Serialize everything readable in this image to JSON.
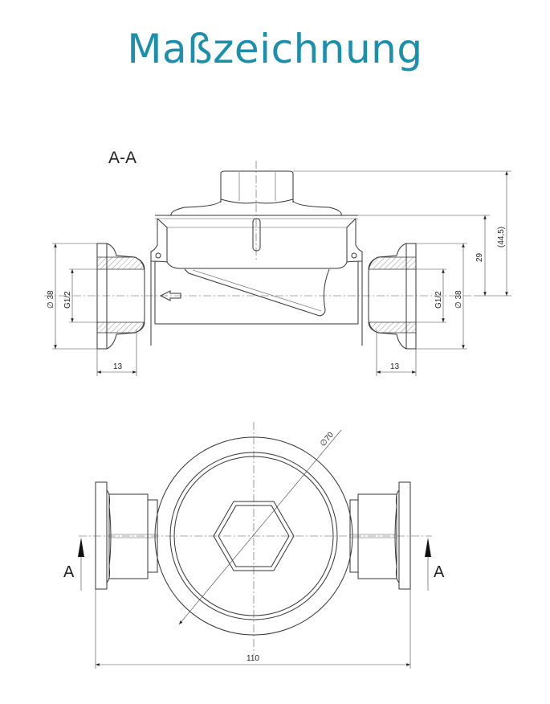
{
  "title": "Maßzeichnung",
  "section_view": {
    "label": "A-A",
    "dims": {
      "left_outer_dia": "∅ 38",
      "left_thread": "G1/2",
      "left_depth": "13",
      "right_outer_dia": "∅ 38",
      "right_thread": "G1/2",
      "right_depth": "13",
      "height_body": "29",
      "height_total": "(44,5)"
    }
  },
  "top_view": {
    "section_mark_left": "A",
    "section_mark_right": "A",
    "dims": {
      "diameter": "∅70",
      "width": "110"
    }
  },
  "colors": {
    "title": "#1b8fac",
    "line": "#333333"
  }
}
